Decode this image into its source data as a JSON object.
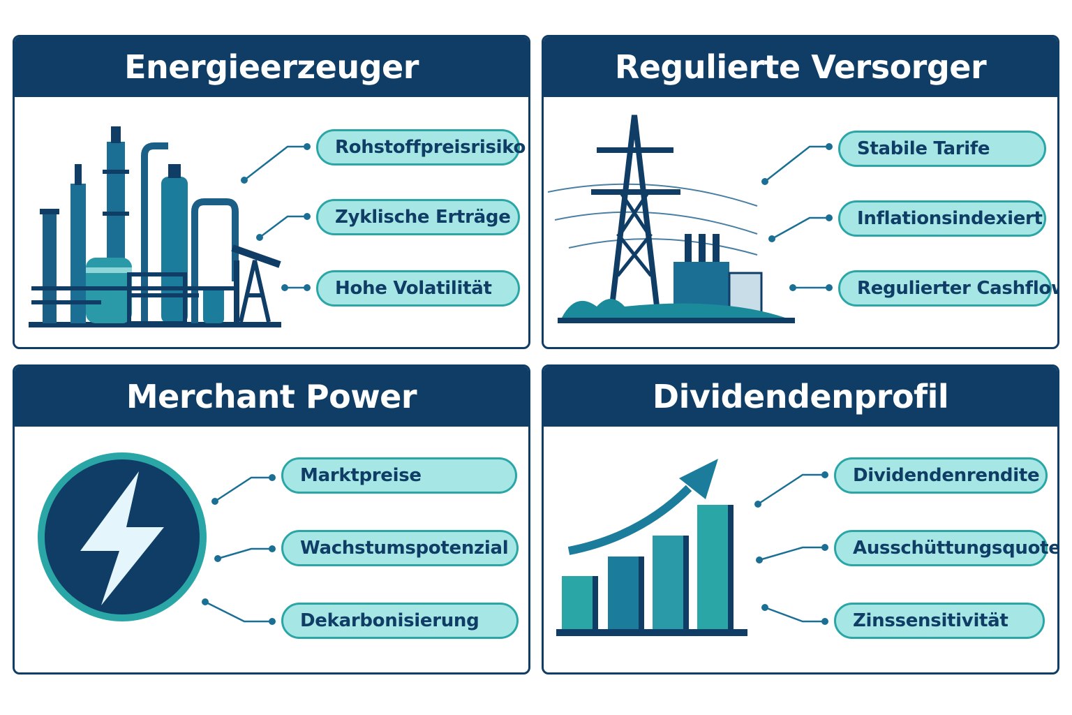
{
  "panels": [
    {
      "title": "Energieerzeuger",
      "icon": "refinery-icon",
      "items": [
        "Rohstoffpreisrisiko",
        "Zyklische Erträge",
        "Hohe Volatilität"
      ]
    },
    {
      "title": "Regulierte Versorger",
      "icon": "power-pylon-icon",
      "items": [
        "Stabile Tarife",
        "Inflationsindexiert",
        "Regulierter Cashflow"
      ]
    },
    {
      "title": "Merchant Power",
      "icon": "lightning-bolt-icon",
      "items": [
        "Marktpreise",
        "Wachstumspotenzial",
        "Dekarbonisierung"
      ]
    },
    {
      "title": "Dividendenprofil",
      "icon": "growth-chart-icon",
      "items": [
        "Dividendenrendite",
        "Ausschüttungsquote",
        "Zinssensitivität"
      ]
    }
  ],
  "colors": {
    "header": "#0f3d66",
    "pill_fill": "#a6e6e4",
    "pill_border": "#2aa6a6",
    "accent": "#1b8a9a"
  }
}
